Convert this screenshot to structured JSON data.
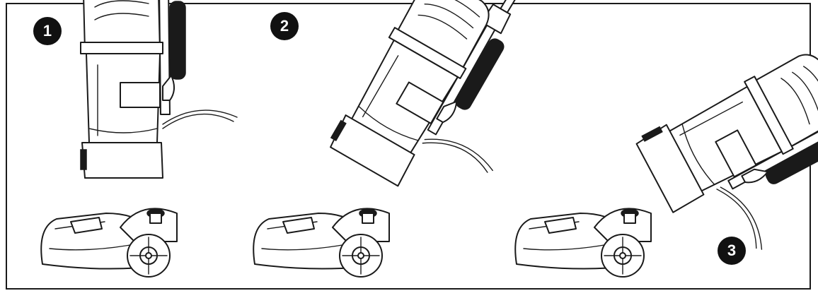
{
  "figure": {
    "steps": [
      {
        "number": "1",
        "state": "upright"
      },
      {
        "number": "2",
        "state": "reclined"
      },
      {
        "number": "3",
        "state": "low-reach"
      }
    ]
  },
  "colors": {
    "line": "#1a1a1a",
    "badge": "#111111",
    "background": "#ffffff"
  }
}
